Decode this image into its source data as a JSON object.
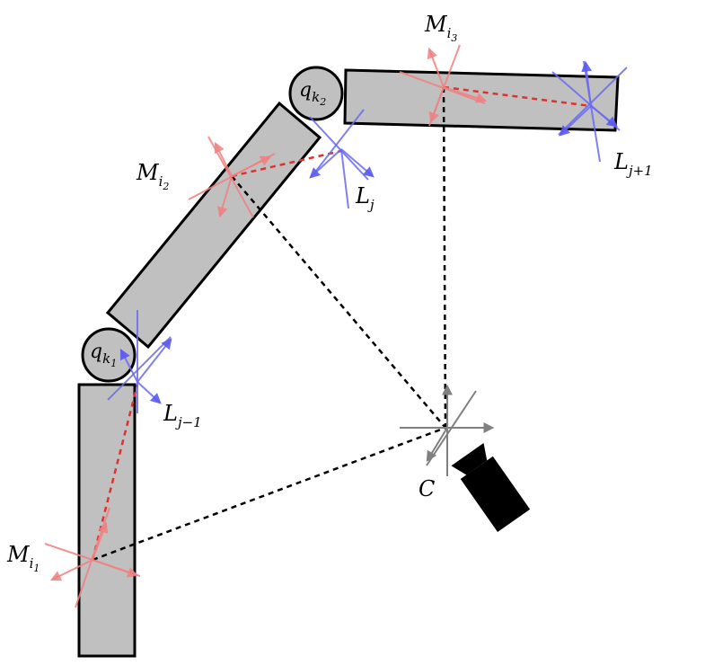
{
  "labels": {
    "m_i1": {
      "base": "M",
      "sub": "i",
      "subsub": "1"
    },
    "m_i2": {
      "base": "M",
      "sub": "i",
      "subsub": "2"
    },
    "m_i3": {
      "base": "M",
      "sub": "i",
      "subsub": "3"
    },
    "q_k1": {
      "base": "q",
      "sub": "k",
      "subsub": "1"
    },
    "q_k2": {
      "base": "q",
      "sub": "k",
      "subsub": "2"
    },
    "l_jm1": {
      "base": "L",
      "sub": "j−1"
    },
    "l_j": {
      "base": "L",
      "sub": "j"
    },
    "l_jp1": {
      "base": "L",
      "sub": "j+1"
    },
    "camera": {
      "base": "C"
    }
  },
  "colors": {
    "link_fill": "#c0c0c0",
    "outline": "#000000",
    "marker_frame": "#f08080",
    "line_frame": "#6a6af0",
    "camera_frame": "#808080",
    "marker_dash": "#e03030",
    "camera_body": "#000000"
  },
  "icons": {
    "camera": "video-camera-icon"
  }
}
